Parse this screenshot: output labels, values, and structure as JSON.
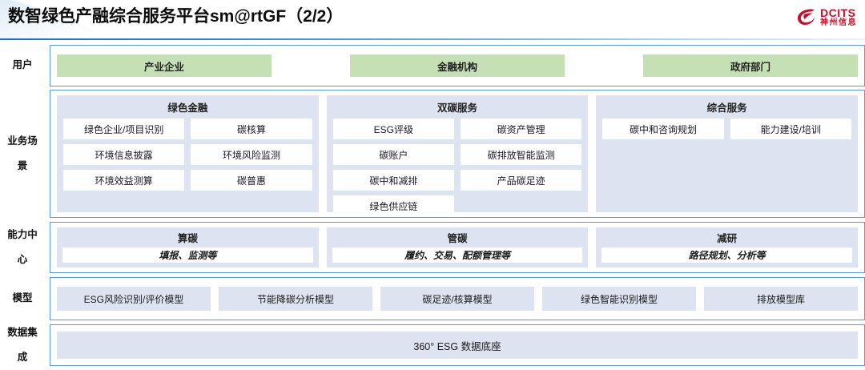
{
  "header": {
    "title": "数智绿色产融综合服务平台sm@rtGF（2/2）",
    "logo": {
      "en": "DCITS",
      "cn": "神州信息",
      "color": "#c8102e"
    }
  },
  "theme": {
    "border_blue": "#5b9bd5",
    "panel_fill": "#dde3f0",
    "user_chip_fill": "#c5e0b4",
    "item_fill": "#ffffff",
    "rule_blue": "#1e6fb8"
  },
  "rows": {
    "users": {
      "label": "用户",
      "chips": [
        {
          "label": "产业企业"
        },
        {
          "label": "金融机构"
        },
        {
          "label": "政府部门"
        }
      ]
    },
    "scenarios": {
      "label_line1": "业务场",
      "label_line2": "景",
      "panels": [
        {
          "title": "绿色金融",
          "items": [
            "绿色企业/项目识别",
            "碳核算",
            "环境信息披露",
            "环境风险监测",
            "环境效益测算",
            "碳普惠"
          ]
        },
        {
          "title": "双碳服务",
          "items": [
            "ESG评级",
            "碳资产管理",
            "碳账户",
            "碳排放智能监测",
            "碳中和减排",
            "产品碳足迹",
            "绿色供应链"
          ]
        },
        {
          "title": "综合服务",
          "items": [
            "碳中和咨询规划",
            "能力建设/培训"
          ]
        }
      ]
    },
    "capability": {
      "label_line1": "能力中",
      "label_line2": "心",
      "panels": [
        {
          "title": "算碳",
          "subtitle": "填报、监测等"
        },
        {
          "title": "管碳",
          "subtitle": "履约、交易、配额管理等"
        },
        {
          "title": "减研",
          "subtitle": "路径规划、分析等"
        }
      ]
    },
    "models": {
      "label": "模型",
      "chips": [
        "ESG风险识别/评价模型",
        "节能降碳分析模型",
        "碳足迹/核算模型",
        "绿色智能识别模型",
        "排放模型库"
      ]
    },
    "data_integration": {
      "label_line1": "数据集",
      "label_line2": "成",
      "band": "360° ESG 数据底座"
    }
  }
}
